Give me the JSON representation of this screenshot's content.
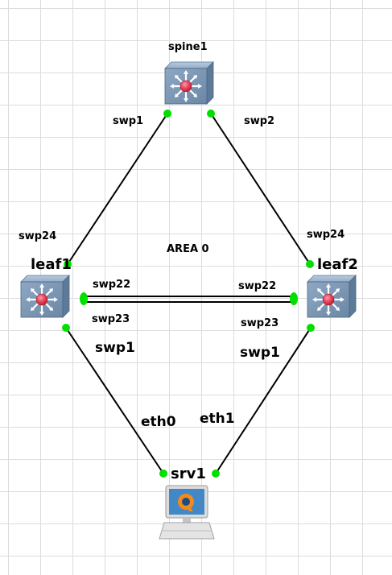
{
  "area_label": "AREA 0",
  "nodes": {
    "spine1": {
      "name": "spine1",
      "kind": "switch"
    },
    "leaf1": {
      "name": "leaf1",
      "kind": "switch"
    },
    "leaf2": {
      "name": "leaf2",
      "kind": "switch"
    },
    "srv1": {
      "name": "srv1",
      "kind": "host"
    }
  },
  "links": [
    {
      "id": "spine1-leaf1",
      "a": "spine1",
      "a_port": "swp1",
      "b": "leaf1",
      "b_port": "swp24"
    },
    {
      "id": "spine1-leaf2",
      "a": "spine1",
      "a_port": "swp2",
      "b": "leaf2",
      "b_port": "swp24"
    },
    {
      "id": "leaf1-leaf2-a",
      "a": "leaf1",
      "a_port": "swp22",
      "b": "leaf2",
      "b_port": "swp22"
    },
    {
      "id": "leaf1-leaf2-b",
      "a": "leaf1",
      "a_port": "swp23",
      "b": "leaf2",
      "b_port": "swp23"
    },
    {
      "id": "leaf1-srv1",
      "a": "leaf1",
      "a_port": "swp1",
      "b": "srv1",
      "b_port": "eth0"
    },
    {
      "id": "leaf2-srv1",
      "a": "leaf2",
      "a_port": "swp1",
      "b": "srv1",
      "b_port": "eth1"
    }
  ],
  "colors": {
    "link": "#000000",
    "port_up": "#00e000",
    "switch_face": "#7f9cb8",
    "switch_center": "#e8455c"
  },
  "icons": {
    "switch": "switch-icon",
    "host": "qemu-host-icon"
  }
}
